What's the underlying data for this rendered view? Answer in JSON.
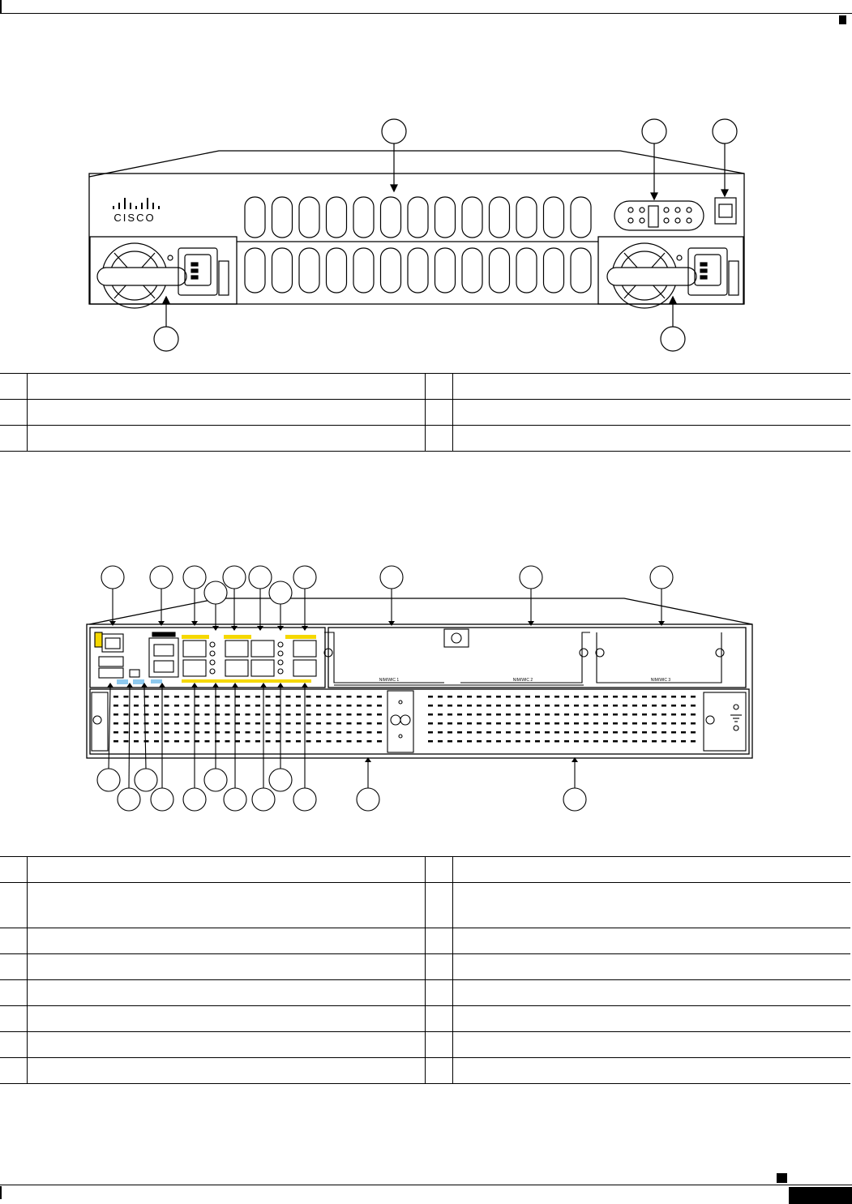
{
  "brand": {
    "logo_text": "CISCO"
  },
  "figure_front": {
    "callouts_top": [
      "",
      "",
      ""
    ],
    "callouts_bottom": [
      "",
      ""
    ]
  },
  "legend_front": {
    "rows": [
      {
        "n1": "",
        "d1": "",
        "n2": "",
        "d2": ""
      },
      {
        "n1": "",
        "d1": "",
        "n2": "",
        "d2": ""
      },
      {
        "n1": "",
        "d1": "",
        "n2": "",
        "d2": ""
      }
    ]
  },
  "figure_rear": {
    "slot_labels": [
      "NIM/WIC 1",
      "NIM/WIC 2",
      "NIM/WIC 3"
    ]
  },
  "legend_rear": {
    "rows": [
      {
        "n1": "",
        "d1": "",
        "n2": "",
        "d2": ""
      },
      {
        "n1": "",
        "d1": "",
        "n2": "",
        "d2": ""
      },
      {
        "n1": "",
        "d1": "",
        "n2": "",
        "d2": ""
      },
      {
        "n1": "",
        "d1": "",
        "n2": "",
        "d2": ""
      },
      {
        "n1": "",
        "d1": "",
        "n2": "",
        "d2": ""
      },
      {
        "n1": "",
        "d1": "",
        "n2": "",
        "d2": ""
      },
      {
        "n1": "",
        "d1": "",
        "n2": "",
        "d2": ""
      },
      {
        "n1": "",
        "d1": "",
        "n2": "",
        "d2": ""
      }
    ]
  },
  "colors": {
    "port_yellow": "#f5d800",
    "port_blue": "#8ec9ee",
    "line": "#000000"
  }
}
